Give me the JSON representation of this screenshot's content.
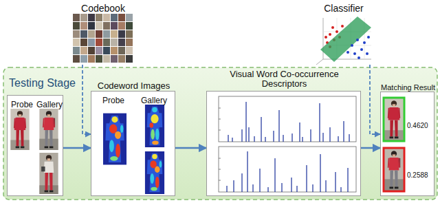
{
  "diagram": {
    "nodes": [
      {
        "text": [
          "Codebook"
        ]
      },
      {
        "text": [
          "Classifier"
        ]
      },
      {
        "text": [
          "Testing Stage"
        ]
      },
      {
        "text": [
          "Probe",
          "Gallery"
        ],
        "in": 2
      },
      {
        "text": [
          "Codeword Images",
          "Probe",
          "Gallery"
        ],
        "in": 2
      },
      {
        "text": [
          "Visual Word Co-occurrence Descriptors"
        ],
        "in": 2
      },
      {
        "text": [
          "Matching Result",
          "0.4620",
          "0.2588"
        ],
        "in": 2
      }
    ],
    "edges": [
      {
        "from": 3,
        "to": 4,
        "arrow": "to"
      },
      {
        "from": 4,
        "to": 5,
        "arrow": "to"
      },
      {
        "from": 5,
        "to": 6,
        "arrow": "to"
      },
      {
        "from": 0,
        "to": 4,
        "arrow": "to"
      },
      {
        "from": 1,
        "to": 6,
        "arrow": "to"
      }
    ]
  }
}
